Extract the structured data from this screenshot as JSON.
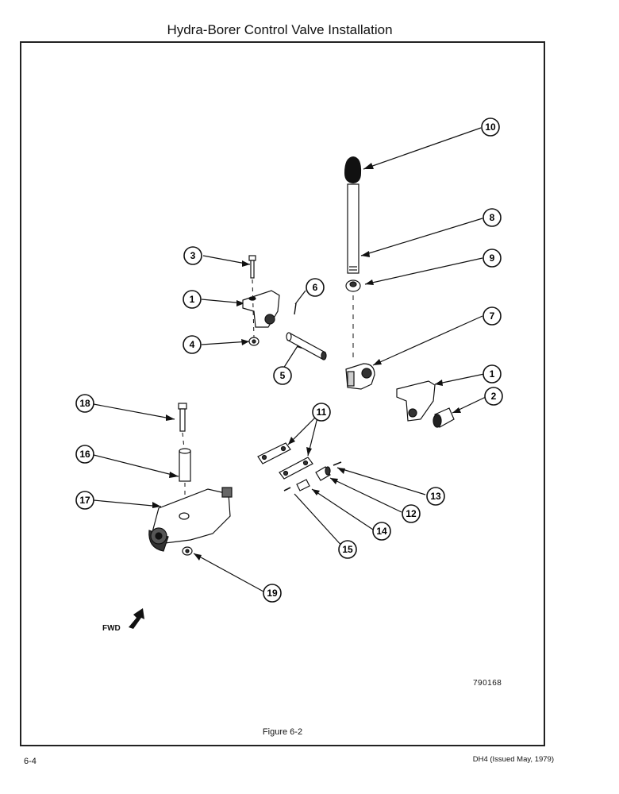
{
  "page_title": "Hydra-Borer Control Valve Installation",
  "figure_caption": "Figure 6-2",
  "drawing_number": "790168",
  "fwd_label": "FWD",
  "footer": {
    "page_number": "6-4",
    "doc_id": "DH4 (Issued May, 1979)"
  },
  "callouts": [
    "10",
    "8",
    "9",
    "7",
    "1",
    "2",
    "3",
    "1",
    "4",
    "6",
    "5",
    "11",
    "13",
    "12",
    "14",
    "15",
    "18",
    "16",
    "17",
    "19"
  ]
}
